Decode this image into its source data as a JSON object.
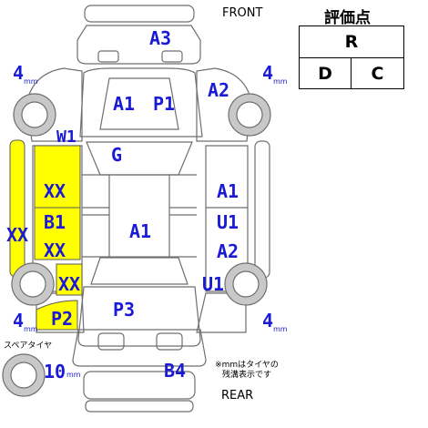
{
  "header": {
    "front": "FRONT",
    "rear": "REAR"
  },
  "score": {
    "title": "評価点",
    "overall": "R",
    "interior": "D",
    "exterior": "C"
  },
  "tires": {
    "front_left": "4",
    "front_right": "4",
    "rear_left": "4",
    "rear_right": "4",
    "spare": "10",
    "unit": "mm",
    "spare_label": "スペアタイヤ",
    "note_line1": "※mmはタイヤの",
    "note_line2": "残溝表示です"
  },
  "marks": {
    "front_bumper": "A3",
    "hood_a": "A1",
    "hood_p": "P1",
    "front_fender_right": "A2",
    "front_fender_left": "W1",
    "windshield": "G",
    "roof": "A1",
    "left_front_door": "XX",
    "left_rocker": "XX",
    "left_rear_door_b": "B1",
    "left_rear_door_x": "XX",
    "left_quarter": "XX",
    "left_rear_fender": "P2",
    "right_front_door": "A1",
    "right_rear_door": "U1",
    "right_rear_door_a": "A2",
    "right_quarter": "U1",
    "trunk": "P3",
    "rear_bumper": "B4"
  },
  "colors": {
    "mark_blue": "#1a1ad6",
    "damage_yellow": "#ffff00",
    "outline": "#6f6f6f"
  }
}
